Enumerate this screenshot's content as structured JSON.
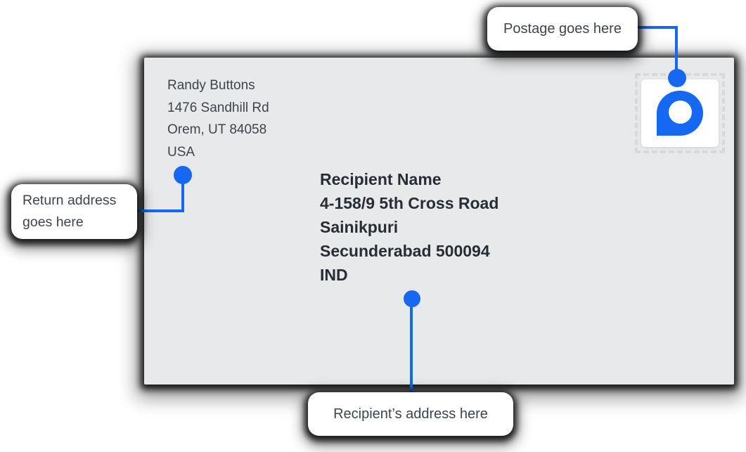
{
  "colors": {
    "accent": "#1667f2",
    "envelope_fill": "#e8e9eb",
    "callout_bg": "#ffffff",
    "text_primary": "#3e444c",
    "text_bold": "#272d34",
    "stamp_perforation": "#d6d9de"
  },
  "envelope": {
    "return_address": {
      "lines": [
        "Randy Buttons",
        "1476 Sandhill Rd",
        "Orem, UT 84058",
        "USA"
      ]
    },
    "recipient_address": {
      "lines": [
        "Recipient Name",
        "4-158/9 5th Cross Road",
        "Sainikpuri",
        "Secunderabad 500094",
        "IND"
      ]
    },
    "stamp": {
      "logo_icon": "drop-logo-icon"
    }
  },
  "callouts": {
    "postage": "Postage goes here",
    "return_address": "Return address goes here",
    "recipient_address": "Recipient’s address here"
  }
}
